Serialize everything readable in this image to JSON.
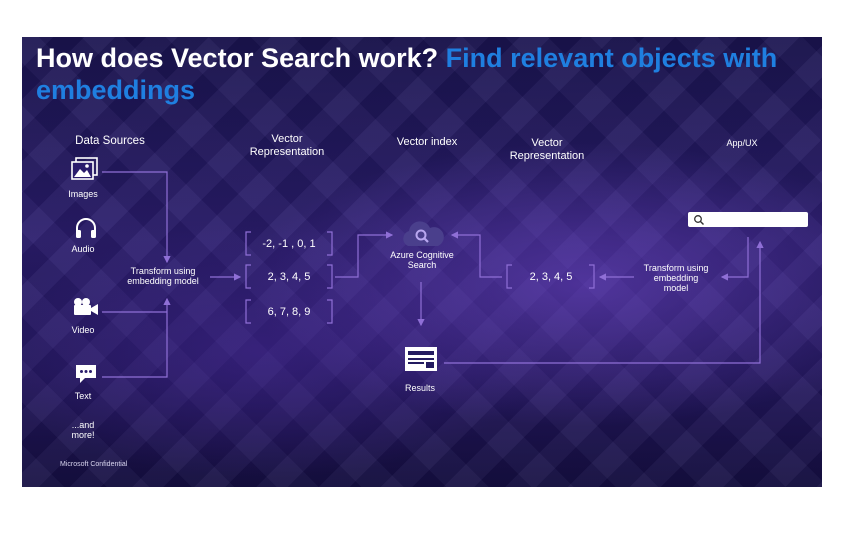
{
  "title": {
    "main": "How does Vector Search work?",
    "accent": "Find relevant objects with embeddings"
  },
  "headers": {
    "data_sources": "Data Sources",
    "vector_rep_left": "Vector\nRepresentation",
    "vector_index": "Vector index",
    "vector_rep_right": "Vector\nRepresentation",
    "app_ux": "App/UX"
  },
  "sources": [
    {
      "label": "Images",
      "icon": "images-icon"
    },
    {
      "label": "Audio",
      "icon": "headphones-icon"
    },
    {
      "label": "Video",
      "icon": "video-camera-icon"
    },
    {
      "label": "Text",
      "icon": "chat-bubble-icon"
    },
    {
      "label": "...and\nmore!"
    }
  ],
  "transform_left": "Transform using\nembedding model",
  "vectors": [
    "-2, -1 , 0, 1",
    "2, 3, 4, 5",
    "6, 7, 8, 9"
  ],
  "index_label": "Azure Cognitive\nSearch",
  "vector_right": "2, 3, 4, 5",
  "transform_right": "Transform using\nembedding\nmodel",
  "results_label": "Results",
  "confidential": "Microsoft Confidential",
  "colors": {
    "accent_blue": "#1f7fe0",
    "line_purple": "#8f6fd6",
    "background": "#231a60"
  }
}
